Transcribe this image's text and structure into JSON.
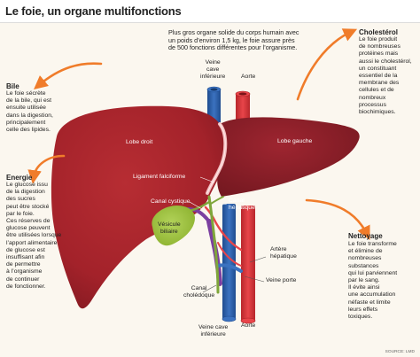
{
  "title": "Le foie, un organe multifonctions",
  "intro": "Plus gros organe solide du corps humain avec un poids d’environ 1,5 kg, le foie assure près de 500 fonctions différentes pour l’organisme.",
  "panels": {
    "bile": {
      "title": "Bile",
      "text": [
        "Le foie sécrète",
        "de la bile, qui est",
        "ensuite utilisée",
        "dans la digestion,",
        "principalement",
        "celle des lipides."
      ]
    },
    "energie": {
      "title": "Energie",
      "text": [
        "Le glucose issu",
        "de la digestion",
        "des sucres",
        "peut être stocké",
        "par le foie.",
        "Ces réserves de",
        "glucose peuvent",
        "être utilisées lorsque",
        "l’apport alimentaire",
        "de glucose est",
        "insuffisant afin",
        "de permettre",
        "à l’organisme",
        "de continuer",
        "de fonctionner."
      ]
    },
    "cholesterol": {
      "title": "Cholestérol",
      "text": [
        "Le foie produit",
        "de nombreuses",
        "protéines mais",
        "aussi le cholestérol,",
        "un constituant",
        "essentiel de la",
        "membrane des",
        "cellules et de",
        "nombreux",
        "processus",
        "biochimiques."
      ]
    },
    "nettoyage": {
      "title": "Nettoyage",
      "text": [
        "Le foie transforme",
        "et élimine de",
        "nombreuses",
        "substances",
        "qui lui parviennent",
        "par le sang.",
        "Il évite ainsi",
        "une accumulation",
        "néfaste et limite",
        "leurs effets",
        "toxiques."
      ]
    }
  },
  "labels": {
    "veine_cave_inf_top": [
      "Veine",
      "cave",
      "inférieure"
    ],
    "aorte_top": "Aorte",
    "lobe_droit": "Lobe droit",
    "lobe_gauche": "Lobe gauche",
    "ligament": "Ligament falciforme",
    "canal_cystique": "Canal cystique",
    "canal_hepatique": [
      "Canal",
      "hépatique"
    ],
    "vesicule": [
      "Vésicule",
      "biliaire"
    ],
    "artere": [
      "Artère",
      "hépatique"
    ],
    "canal_choledoque": [
      "Canal",
      "cholédoque"
    ],
    "veine_porte": "Veine porte",
    "veine_cave_inf_bottom": [
      "Veine cave",
      "inférieure"
    ],
    "aorte_bottom": "Aorte"
  },
  "source": "SOURCE: LMD",
  "colors": {
    "liver": "#a8232b",
    "liver_dark": "#7e1a22",
    "lobe_gauche": "#8f1f29",
    "ligament": "#f2bfc0",
    "arrow": "#f07c2a",
    "vein": "#2b5ea8",
    "artery": "#d9363b",
    "bile": "#7fa63a",
    "gallbladder": "#9cc13a",
    "header_bg": "#ffffff",
    "page_bg": "#fbf7ef"
  }
}
